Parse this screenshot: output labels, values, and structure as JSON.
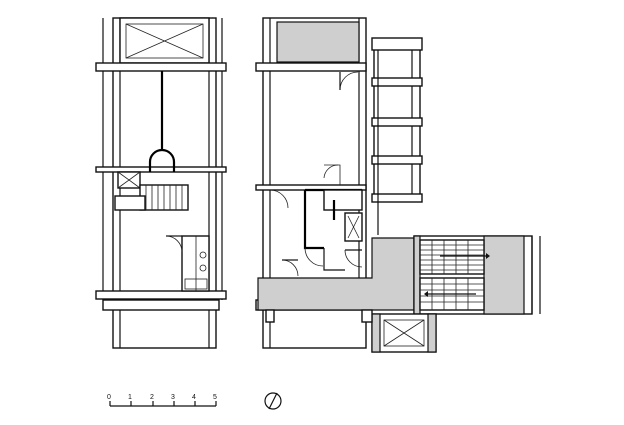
{
  "scale_bar": {
    "tick_labels": [
      "0",
      "1",
      "2",
      "3",
      "4",
      "5"
    ]
  },
  "north_arrow": {
    "icon": "north-arrow-icon"
  },
  "colors": {
    "line": "#111111",
    "circulation_fill": "#cfcfcf",
    "background": "#ffffff"
  }
}
